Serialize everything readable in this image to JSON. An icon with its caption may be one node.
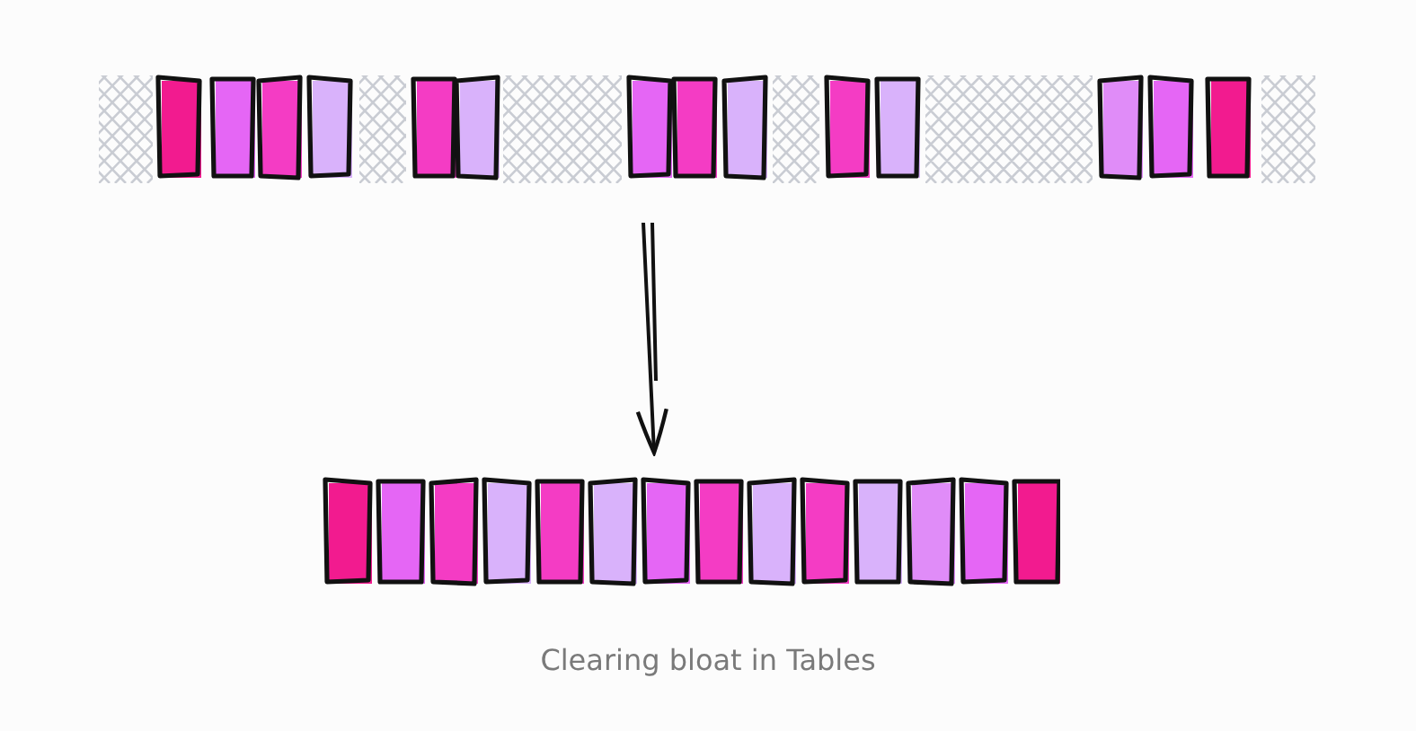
{
  "diagram": {
    "caption": "Clearing bloat in Tables",
    "nodes": [
      {
        "text": [],
        "shape": "bar"
      },
      {
        "text": [],
        "shape": "bar"
      }
    ],
    "edges": [
      {
        "from": 0,
        "to": 1,
        "arrow": "to"
      }
    ]
  }
}
